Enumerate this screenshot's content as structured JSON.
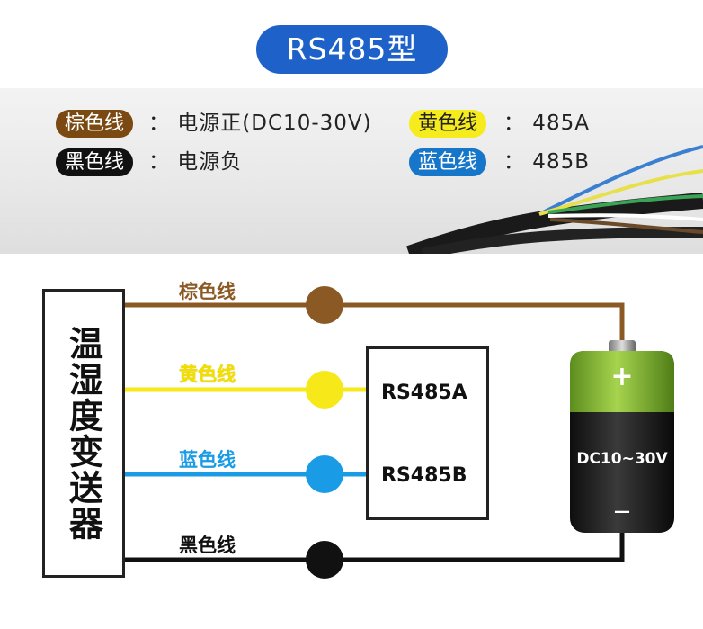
{
  "title": "RS485型",
  "legend": {
    "brown": {
      "chip": "棕色线",
      "desc": "：  电源正(DC10-30V)"
    },
    "yellow": {
      "chip": "黄色线",
      "desc": "：  485A"
    },
    "black": {
      "chip": "黑色线",
      "desc": "：  电源负"
    },
    "blue": {
      "chip": "蓝色线",
      "desc": "：  485B"
    }
  },
  "diagram": {
    "transmitter": "温湿度变送器",
    "wires": {
      "brown": "棕色线",
      "yellow": "黄色线",
      "blue": "蓝色线",
      "black": "黑色线"
    },
    "rs485": {
      "a": "RS485A",
      "b": "RS485B"
    },
    "battery": {
      "plus": "+",
      "voltage": "DC10~30V",
      "minus": "—"
    }
  },
  "colors": {
    "title_bg": "#1e62c9",
    "brown": "#8b5a24",
    "yellow": "#f7e81a",
    "blue": "#1a9be6",
    "black": "#111111",
    "battery_green": "#8fc33a"
  }
}
